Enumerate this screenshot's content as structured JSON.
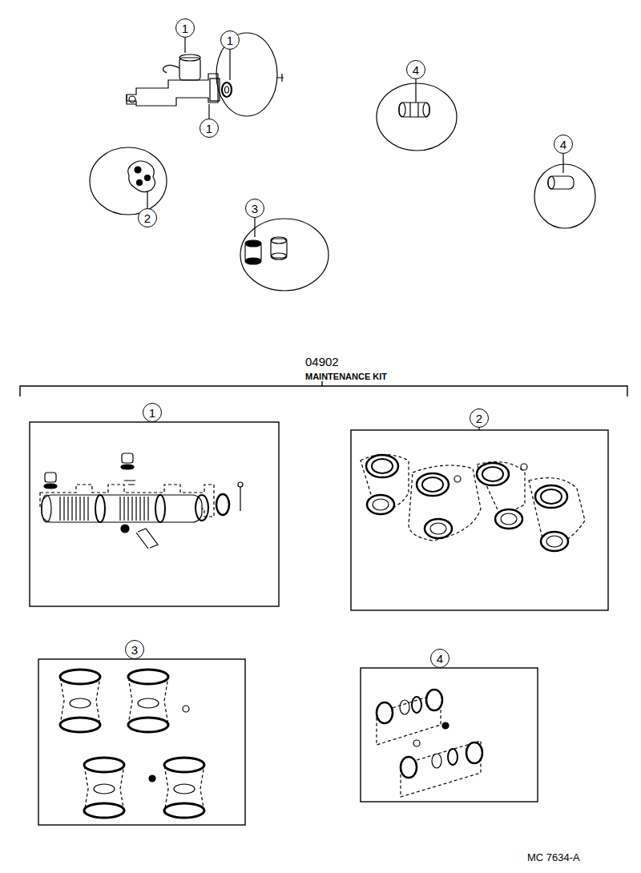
{
  "diagram": {
    "nodes": [
      {
        "text": [
          "1"
        ]
      },
      {
        "text": [
          "1"
        ]
      },
      {
        "text": [
          "4"
        ]
      },
      {
        "text": [
          "1"
        ]
      },
      {
        "text": [
          "4"
        ]
      },
      {
        "text": [
          "2"
        ]
      },
      {
        "text": [
          "3"
        ]
      },
      {
        "text": [
          "1"
        ]
      },
      {
        "text": [
          "2"
        ]
      },
      {
        "text": [
          "3"
        ]
      },
      {
        "text": [
          "4"
        ]
      }
    ],
    "labels": [
      "04902",
      "MAINTENANCE KIT",
      "MC 7634-A"
    ]
  }
}
